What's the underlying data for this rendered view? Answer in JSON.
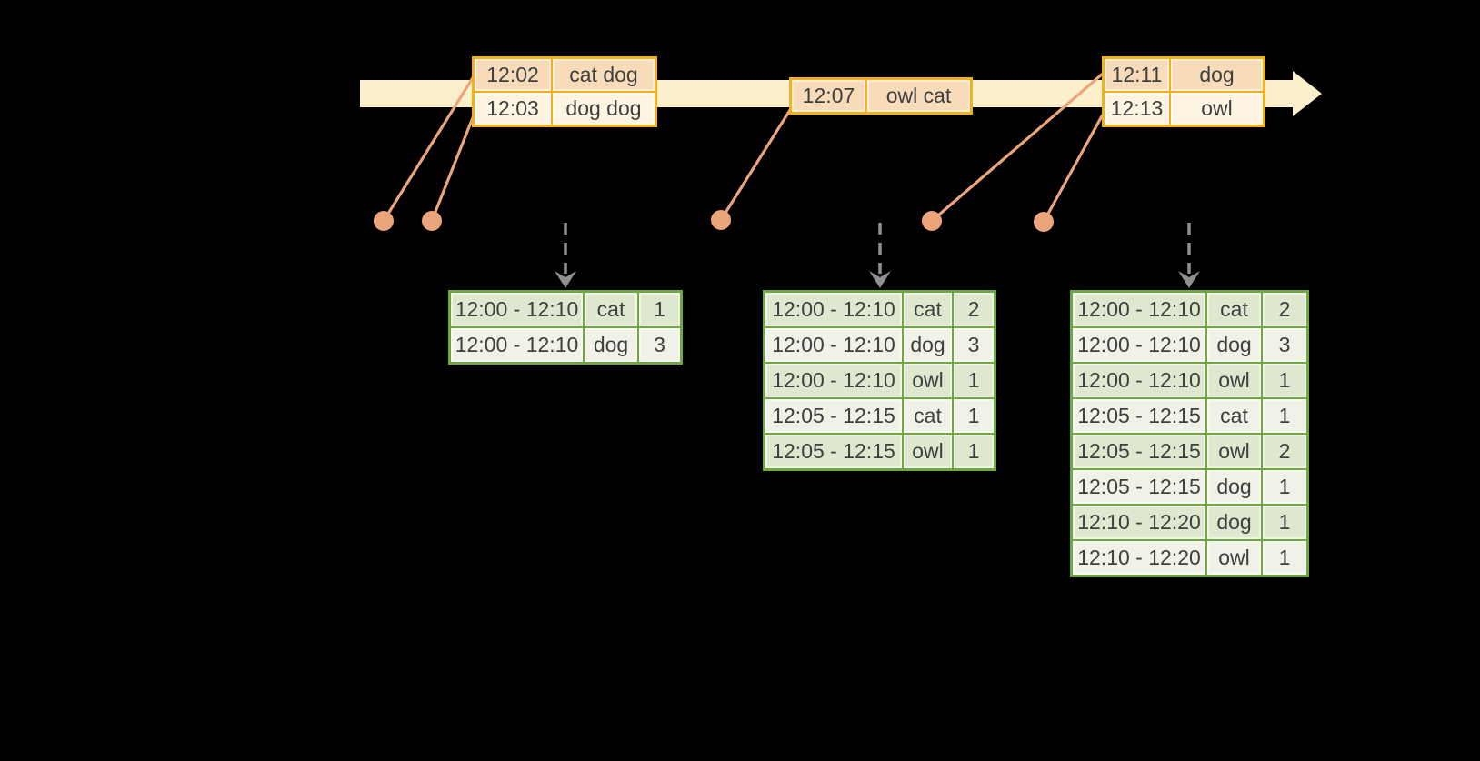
{
  "timeline": {
    "band_color": "#fbf0cb",
    "event_tables": {
      "t1": {
        "rows": [
          {
            "time": "12:02",
            "words": "cat dog"
          },
          {
            "time": "12:03",
            "words": "dog dog"
          }
        ]
      },
      "t2": {
        "rows": [
          {
            "time": "12:07",
            "words": "owl cat"
          }
        ]
      },
      "t3": {
        "rows": [
          {
            "time": "12:11",
            "words": "dog"
          },
          {
            "time": "12:13",
            "words": "owl"
          }
        ]
      }
    }
  },
  "result_tables": {
    "r1": {
      "rows": [
        {
          "window": "12:00 - 12:10",
          "word": "cat",
          "count": "1"
        },
        {
          "window": "12:00 - 12:10",
          "word": "dog",
          "count": "3"
        }
      ]
    },
    "r2": {
      "rows": [
        {
          "window": "12:00 - 12:10",
          "word": "cat",
          "count": "2"
        },
        {
          "window": "12:00 - 12:10",
          "word": "dog",
          "count": "3"
        },
        {
          "window": "12:00 - 12:10",
          "word": "owl",
          "count": "1"
        },
        {
          "window": "12:05 - 12:15",
          "word": "cat",
          "count": "1"
        },
        {
          "window": "12:05 - 12:15",
          "word": "owl",
          "count": "1"
        }
      ]
    },
    "r3": {
      "rows": [
        {
          "window": "12:00 - 12:10",
          "word": "cat",
          "count": "2"
        },
        {
          "window": "12:00 - 12:10",
          "word": "dog",
          "count": "3"
        },
        {
          "window": "12:00 - 12:10",
          "word": "owl",
          "count": "1"
        },
        {
          "window": "12:05 - 12:15",
          "word": "cat",
          "count": "1"
        },
        {
          "window": "12:05 - 12:15",
          "word": "owl",
          "count": "2"
        },
        {
          "window": "12:05 - 12:15",
          "word": "dog",
          "count": "1"
        },
        {
          "window": "12:10 - 12:20",
          "word": "dog",
          "count": "1"
        },
        {
          "window": "12:10 - 12:20",
          "word": "owl",
          "count": "1"
        }
      ]
    }
  },
  "colors": {
    "background": "#000000",
    "timeline_band": "#fbf0cb",
    "event_table_border": "#f2b01a",
    "event_row_dark": "#f8dcba",
    "event_row_light": "#fdf4e2",
    "result_table_border": "#70a83e",
    "result_row_dark": "#dde8cf",
    "result_row_light": "#eef2e7",
    "connector_salmon": "#eca57b",
    "trigger_arrow_gray": "#8f8f8f",
    "text": "#3f3f3f"
  }
}
